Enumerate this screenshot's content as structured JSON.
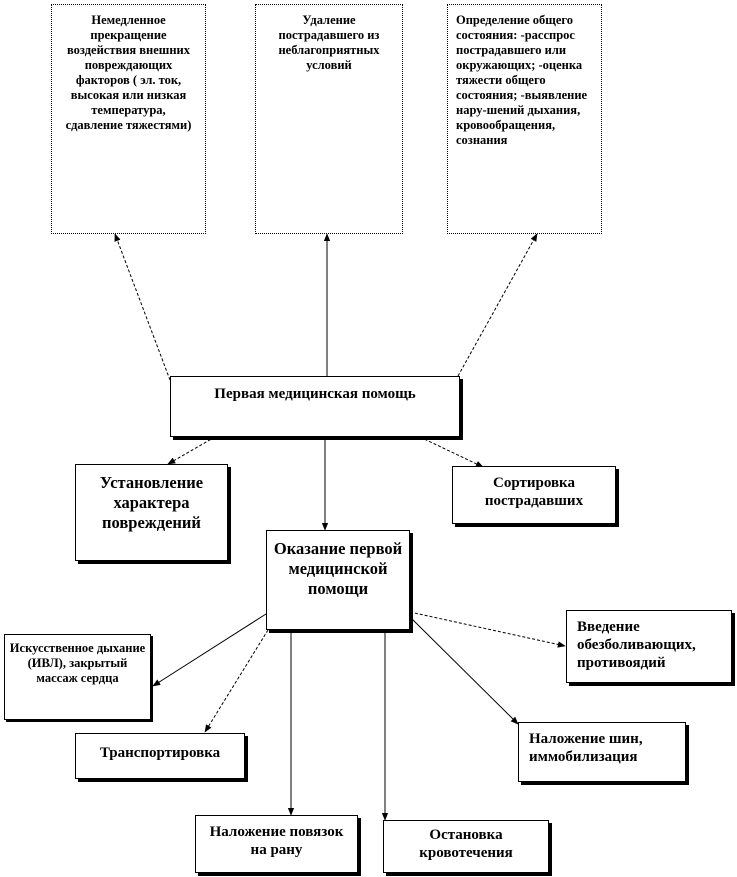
{
  "top_boxes": {
    "stop_factors": "Немедленное прекращение воздействия внешних повреждающих факторов  ( эл. ток, высокая или низкая температура, сдавление тяжестями)",
    "removal": "Удаление пострадавшего из неблагоприятных условий",
    "assessment": "Определение общего состояния: -расспрос пострадавшего или окружающих; -оценка тяжести общего  состояния;  -выявление нару-шений дыхания, кровообращения, сознания"
  },
  "center": {
    "first_aid": "Первая медицинская помощь",
    "providing": "Оказание первой медицинской помощи"
  },
  "middle_boxes": {
    "injury_nature": "Установление характера повреждений",
    "sorting": "Сортировка пострадавших"
  },
  "bottom_boxes": {
    "ventilation": "Искусственное дыхание (ИВЛ), закрытый массаж сердца",
    "transport": "Транспортировка",
    "bandages": "Наложение повязок на рану",
    "bleeding": "Остановка кровотечения",
    "splints": "Наложение шин, иммобилизация",
    "analgesics": "Введение обезболивающих, противоядий"
  }
}
